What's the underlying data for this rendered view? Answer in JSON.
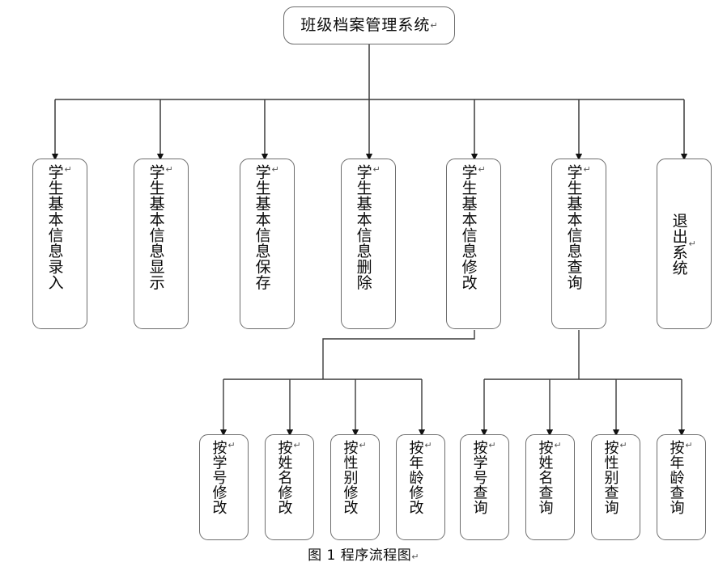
{
  "diagram": {
    "title": "班级档案管理系统",
    "pilcrow": "↵",
    "caption": "图 1 程序流程图",
    "caption_pilcrow": "↵",
    "line_color": "#3a3a3a",
    "box_border_color": "#6d6d6d",
    "background": "#ffffff"
  },
  "root": {
    "label": "班级档案管理系统",
    "pilcrow": "↵"
  },
  "level2": [
    {
      "id": "luru",
      "label": "学生基本信息录入",
      "pilcrow": "↵"
    },
    {
      "id": "xianshi",
      "label": "学生基本信息显示",
      "pilcrow": "↵"
    },
    {
      "id": "baocun",
      "label": "学生基本信息保存",
      "pilcrow": "↵"
    },
    {
      "id": "shanchu",
      "label": "学生基本信息删除",
      "pilcrow": "↵"
    },
    {
      "id": "xiugai",
      "label": "学生基本信息修改",
      "pilcrow": "↵"
    },
    {
      "id": "chaxun",
      "label": "学生基本信息查询",
      "pilcrow": "↵"
    },
    {
      "id": "tuichu",
      "label": "退出系统",
      "pilcrow": "↵"
    }
  ],
  "level3_modify": [
    {
      "id": "xg-xuehao",
      "label": "按学号修改",
      "pilcrow": "↵"
    },
    {
      "id": "xg-xingming",
      "label": "按姓名修改",
      "pilcrow": "↵"
    },
    {
      "id": "xg-xingbie",
      "label": "按性别修改",
      "pilcrow": "↵"
    },
    {
      "id": "xg-nianling",
      "label": "按年龄修改",
      "pilcrow": "↵"
    }
  ],
  "level3_query": [
    {
      "id": "cx-xuehao",
      "label": "按学号查询",
      "pilcrow": "↵"
    },
    {
      "id": "cx-xingming",
      "label": "按姓名查询",
      "pilcrow": "↵"
    },
    {
      "id": "cx-xingbie",
      "label": "按性别查询",
      "pilcrow": "↵"
    },
    {
      "id": "cx-nianling",
      "label": "按年龄查询",
      "pilcrow": "↵"
    }
  ]
}
